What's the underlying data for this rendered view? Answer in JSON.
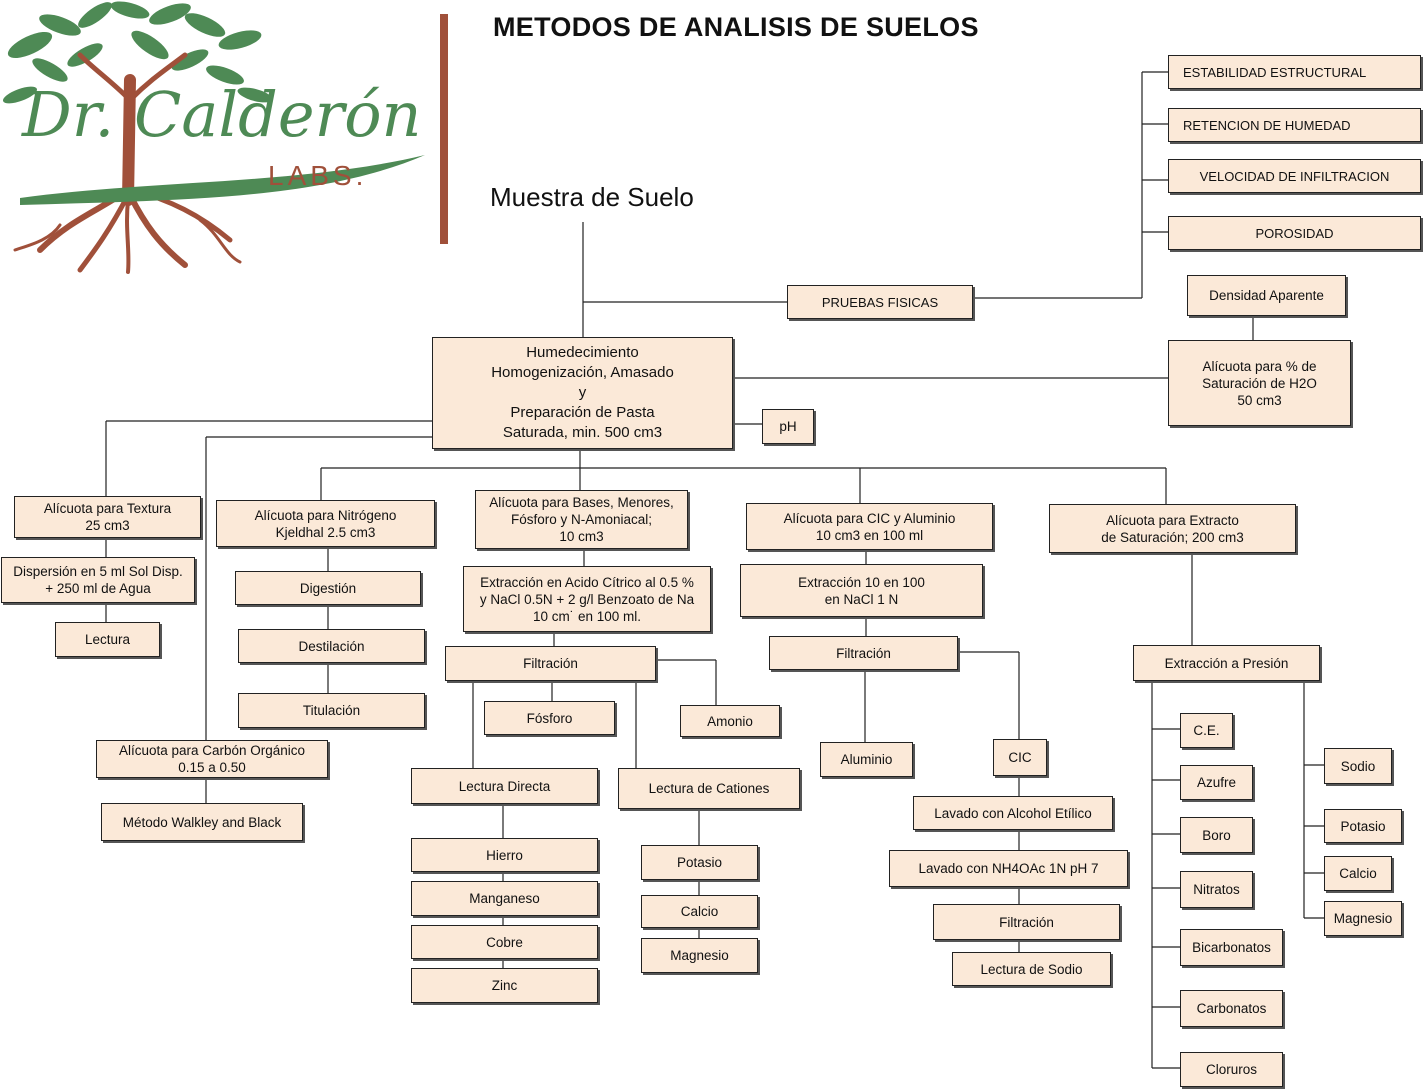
{
  "header": {
    "title": "METODOS DE ANALISIS DE SUELOS",
    "logo_name": "Dr. Calderón",
    "logo_sub": "LABS."
  },
  "colors": {
    "box_fill": "#fbe9d8",
    "logo_green": "#4e8a55",
    "logo_brown": "#a0503a"
  },
  "root": "Muestra de Suelo",
  "pruebas_fisicas": "PRUEBAS FISICAS",
  "fisicas": {
    "estabilidad": "ESTABILIDAD ESTRUCTURAL",
    "retencion": "RETENCION DE HUMEDAD",
    "velocidad": "VELOCIDAD DE INFILTRACION",
    "porosidad": "POROSIDAD",
    "densidad": "Densidad Aparente",
    "alicuota_saturacion": "Alícuota para % de\nSaturación de H2O\n50 cm3"
  },
  "humedecimiento": "Humedecimiento\nHomogenización, Amasado\ny\nPreparación de Pasta\nSaturada, min. 500 cm3",
  "ph": "pH",
  "textura": {
    "alicuota": "Alícuota para Textura\n25 cm3",
    "dispersion": "Dispersión en 5 ml Sol Disp.\n+  250 ml de Agua",
    "lectura": "Lectura"
  },
  "carbon": {
    "alicuota": "Alícuota para Carbón Orgánico\n0.15 a 0.50",
    "metodo": "Método Walkley and Black"
  },
  "nitrogeno": {
    "alicuota": "Alícuota para Nitrógeno\nKjeldhal 2.5 cm3",
    "digestion": "Digestión",
    "destilacion": "Destilación",
    "titulacion": "Titulación"
  },
  "bases": {
    "alicuota": "Alícuota para Bases, Menores,\nFósforo y N-Amoniacal;\n10 cm3",
    "extraccion": "Extracción en Acido Cítrico al 0.5 %\ny NaCl 0.5N +  2 g/l Benzoato de Na\n10 cm˙  en 100 ml.",
    "filtracion": "Filtración",
    "fosforo": "Fósforo",
    "amonio": "Amonio",
    "lectura_directa": "Lectura Directa",
    "lectura_cationes": "Lectura de Cationes",
    "hierro": "Hierro",
    "manganeso": "Manganeso",
    "cobre": "Cobre",
    "zinc": "Zinc",
    "potasio": "Potasio",
    "calcio": "Calcio",
    "magnesio": "Magnesio"
  },
  "cic": {
    "alicuota": "Alícuota para CIC y Aluminio\n10 cm3 en 100 ml",
    "extraccion": "Extracción 10 en 100\nen NaCl 1 N",
    "filtracion": "Filtración",
    "aluminio": "Aluminio",
    "cic": "CIC",
    "lavado_alcohol": "Lavado con Alcohol  Etílico",
    "lavado_nh4": "Lavado con NH4OAc 1N pH 7",
    "filtracion2": "Filtración",
    "lectura_sodio": "Lectura de Sodio"
  },
  "extracto": {
    "alicuota": "Alícuota para Extracto\nde Saturación; 200 cm3",
    "extraccion_presion": "Extracción a Presión",
    "ce": "C.E.",
    "azufre": "Azufre",
    "boro": "Boro",
    "nitratos": "Nitratos",
    "bicarbonatos": "Bicarbonatos",
    "carbonatos": "Carbonatos",
    "cloruros": "Cloruros",
    "sodio": "Sodio",
    "potasio": "Potasio",
    "calcio": "Calcio",
    "magnesio": "Magnesio"
  }
}
